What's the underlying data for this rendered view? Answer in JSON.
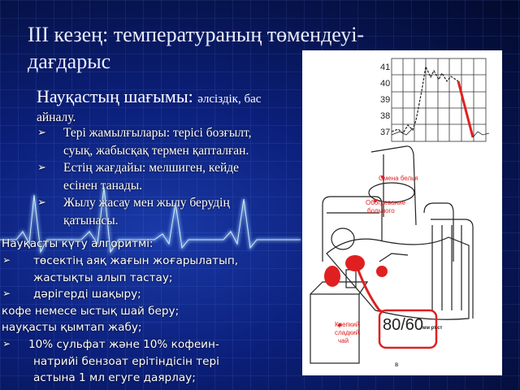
{
  "slide": {
    "title_lines": [
      "III кезең: температураның төмендеуі-",
      "дағдарыс"
    ],
    "complaints": {
      "heading": "Науқастың шағымы:",
      "heading_tail": "әлсіздік, бас",
      "heading_line2": "айналу.",
      "bullets": [
        {
          "lines": [
            " Тері жамылғылары: терісі бозғылт,",
            "суық, жабысқақ термен қапталған."
          ]
        },
        {
          "lines": [
            "Естің жағдайы: мелшиген, кейде",
            "есінен танады."
          ]
        },
        {
          "lines": [
            "Жылу жасау мен жылу берудің",
            "қатынасы."
          ]
        }
      ]
    },
    "algorithm": {
      "heading": "Науқасты күту алгоритмі:",
      "items": [
        {
          "bullet": true,
          "lines": [
            "төсектің аяқ жағын жоғарылатып,",
            "жастықты алып тастау;"
          ]
        },
        {
          "bullet": true,
          "lines": [
            "дәрігерді шақыру;"
          ]
        },
        {
          "bullet": false,
          "lines": [
            "кофе немесе ыстық шай беру;"
          ]
        },
        {
          "bullet": false,
          "lines": [
            " науқасты қымтап жабу;"
          ]
        },
        {
          "bullet": true,
          "lines": [
            " 10% сульфат және 10% кофеин-",
            "натрийі бензоат ерітіндісін тері",
            "астына 1 мл егуге даярлау;"
          ]
        }
      ]
    },
    "bullet_icon": "arrowhead-bullet-icon",
    "illustration": {
      "temp_ticks": [
        "41",
        "40",
        "39",
        "38",
        "37"
      ],
      "label_linen": "Смена белья",
      "label_warming": [
        "Обогревание",
        "больного"
      ],
      "label_tea": [
        "Крепкий",
        "сладкий",
        "чай"
      ],
      "bp_value": "80/60",
      "bp_unit": "мм рт.ст",
      "caption_letter": "в"
    },
    "colors": {
      "background": "#0b1f7a",
      "accent_red": "#e02020",
      "text": "#ffffff"
    }
  }
}
